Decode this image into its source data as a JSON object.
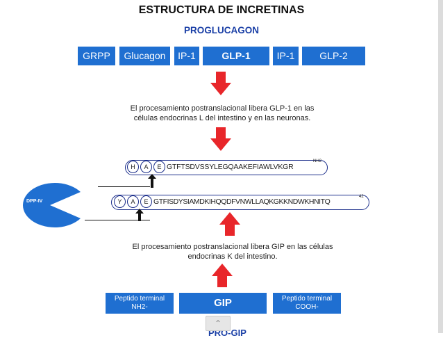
{
  "title": "ESTRUCTURA DE INCRETINAS",
  "proglucagon": {
    "label": "PROGLUCAGON",
    "segments": [
      "GRPP",
      "Glucagon",
      "IP-1",
      "GLP-1",
      "IP-1",
      "GLP-2"
    ]
  },
  "text_glp1": [
    "El procesamiento postranslacional libera GLP-1 en las",
    "células endocrinas L del intestino y en las neuronas."
  ],
  "glp1_peptide": {
    "circles": [
      "H",
      "A",
      "E"
    ],
    "sequence": "GTFTSDVSSYLEGQAAKEFIAWLVKGR",
    "superscript": "NH2"
  },
  "gip_peptide": {
    "circles": [
      "Y",
      "A",
      "E"
    ],
    "sequence": "GTFISDYSIAMDKIHQQDFVNWLLAQKGKKNDWKHNITQ",
    "superscript": "42"
  },
  "enzyme_label": "DPP-IV",
  "text_gip": [
    "El procesamiento postranslacional libera GIP en las células",
    "endocrinas K del intestino."
  ],
  "progip": {
    "left": [
      "Peptido terminal",
      "NH2-"
    ],
    "center": "GIP",
    "right": [
      "Peptido terminal",
      "COOH-"
    ],
    "cut_title": "PRO-GIP"
  },
  "nav_icon": "chevron-up-icon",
  "colors": {
    "box": "#1f6fd1",
    "arrow": "#e8262a",
    "circle": "#1a2d8a",
    "subtitle": "#1a3fa6"
  }
}
